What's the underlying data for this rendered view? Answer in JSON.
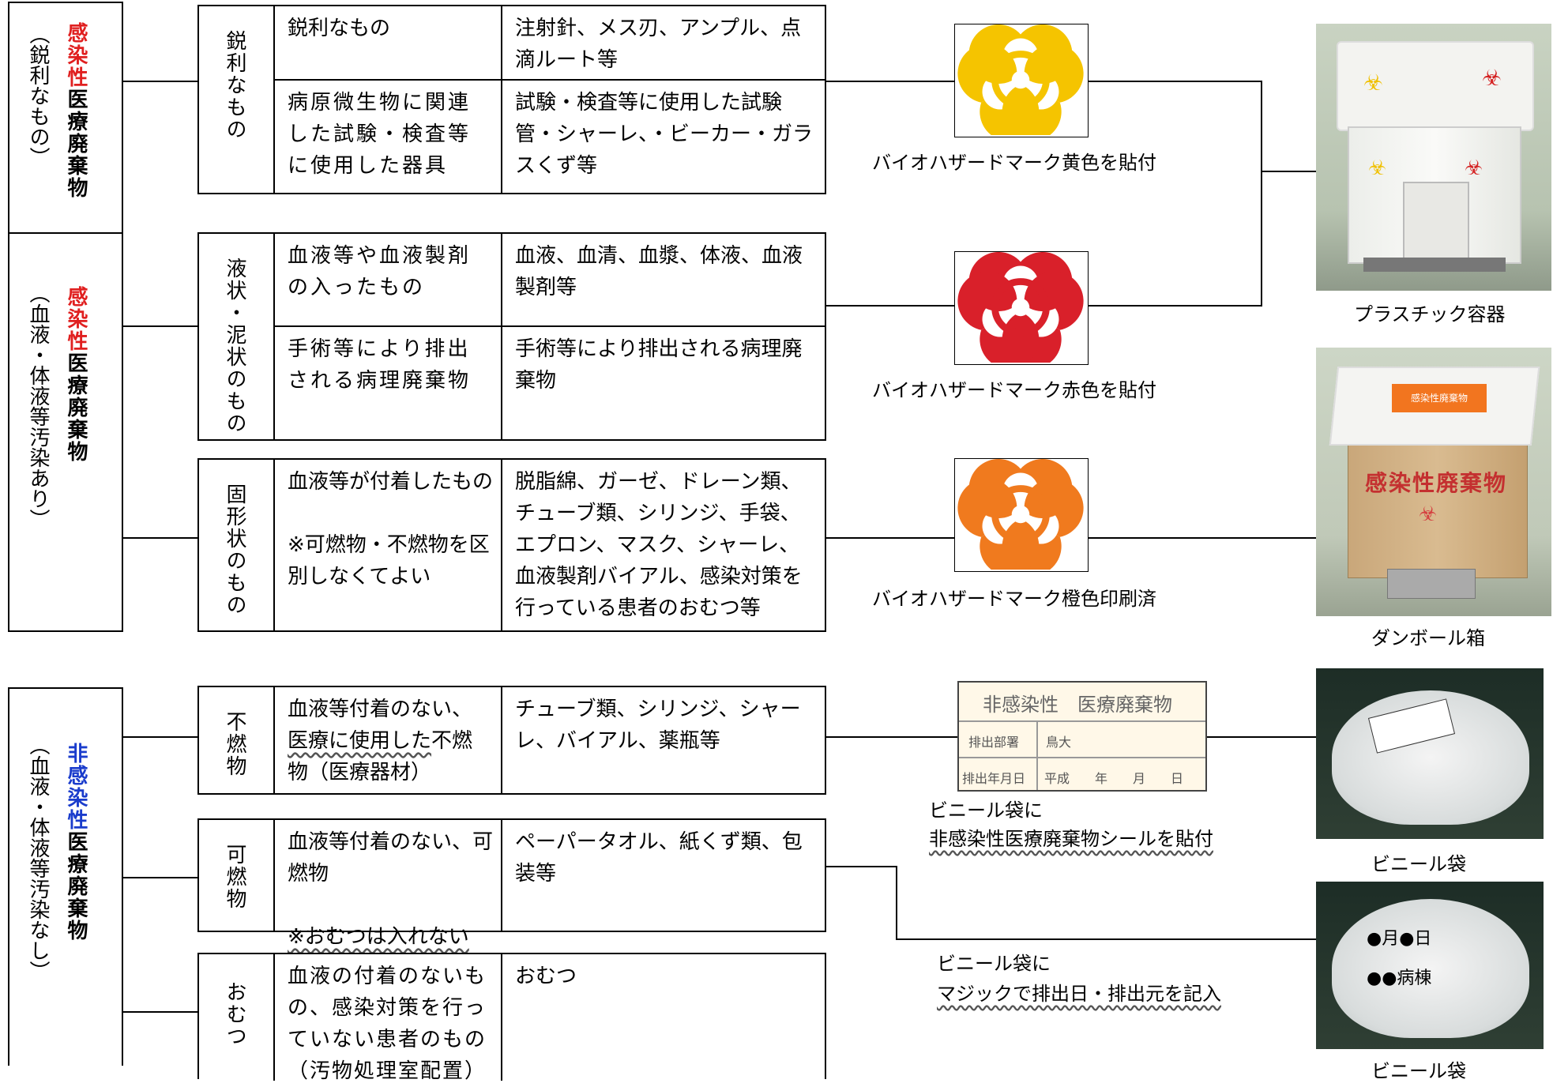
{
  "categories": [
    {
      "red_label": "感染性",
      "black_label": "医療廃棄物",
      "sub": "（鋭利なもの）",
      "color": "#e02020"
    },
    {
      "red_label": "感染性",
      "black_label": "医療廃棄物",
      "sub": "（血液・体液等汚染あり）",
      "color": "#e02020"
    },
    {
      "red_label": "非感染性",
      "black_label": "医療廃棄物",
      "sub": "（血液・体液等汚染なし）",
      "color": "#1a3ccc"
    }
  ],
  "groups": [
    {
      "label": "鋭利なもの",
      "rows": [
        {
          "item": "鋭利なもの",
          "examples": "注射針、メス刃、アンプル、点滴ルート等"
        },
        {
          "item": "病原微生物に関連した試験・検査等に使用した器具",
          "examples": "試験・検査等に使用した試験管・シャーレ、・ビーカー・ガラスくず等"
        }
      ]
    },
    {
      "label": "液状・泥状のもの",
      "rows": [
        {
          "item": "血液等や血液製剤の入ったもの",
          "examples": "血液、血清、血漿、体液、血液製剤等"
        },
        {
          "item": "手術等により排出される病理廃棄物",
          "examples": "手術等により排出される病理廃棄物"
        }
      ]
    },
    {
      "label": "固形状のもの",
      "rows": [
        {
          "item": "血液等が付着したもの\n\n※可燃物・不燃物を区別しなくてよい",
          "examples": "脱脂綿、ガーゼ、ドレーン類、チューブ類、シリンジ、手袋、エプロン、マスク、シャーレ、血液製剤バイアル、感染対策を行っている患者のおむつ等"
        }
      ]
    },
    {
      "label": "不燃物",
      "rows": [
        {
          "item_pre": "血液等付着のない、",
          "item_wavy": "医療に使用した",
          "item_post": "不燃物（医療器材）",
          "examples": "チューブ類、シリンジ、シャーレ、バイアル、薬瓶等"
        }
      ]
    },
    {
      "label": "可燃物",
      "rows": [
        {
          "item_pre": "血液等付着のない、可燃物\n\n",
          "item_wavy": "※おむつは入れない",
          "item_post": "",
          "examples": "ペーパータオル、紙くず類、包装等"
        }
      ]
    },
    {
      "label": "おむつ",
      "rows": [
        {
          "item": "血液の付着のないもの、感染対策を行っていない患者のもの（汚物処理室配置）",
          "examples": "おむつ"
        }
      ]
    }
  ],
  "marks": [
    {
      "caption": "バイオハザードマーク黄色を貼付",
      "color": "#f5c400"
    },
    {
      "caption": "バイオハザードマーク赤色を貼付",
      "color": "#d9202a"
    },
    {
      "caption": "バイオハザードマーク橙色印刷済",
      "color": "#f07a1e"
    }
  ],
  "sticker": {
    "title": "非感染性　医療廃棄物",
    "row1_label": "排出部署",
    "row1_value": "鳥大",
    "row2_label": "排出年月日",
    "row2_value": "平成　　年　　月　　日",
    "caption_line1": "ビニール袋に",
    "caption_line2": "非感染性医療廃棄物シールを貼付"
  },
  "marker_note": {
    "line1": "ビニール袋に",
    "line2": "マジックで排出日・排出元を記入"
  },
  "containers": [
    {
      "caption": "プラスチック容器"
    },
    {
      "caption": "ダンボール箱",
      "label": "感染性廃棄物",
      "tag": "感染性廃棄物"
    },
    {
      "caption": "ビニール袋"
    },
    {
      "caption": "ビニール袋",
      "overlay_line1": "●月●日",
      "overlay_line2": "●●病棟"
    }
  ]
}
